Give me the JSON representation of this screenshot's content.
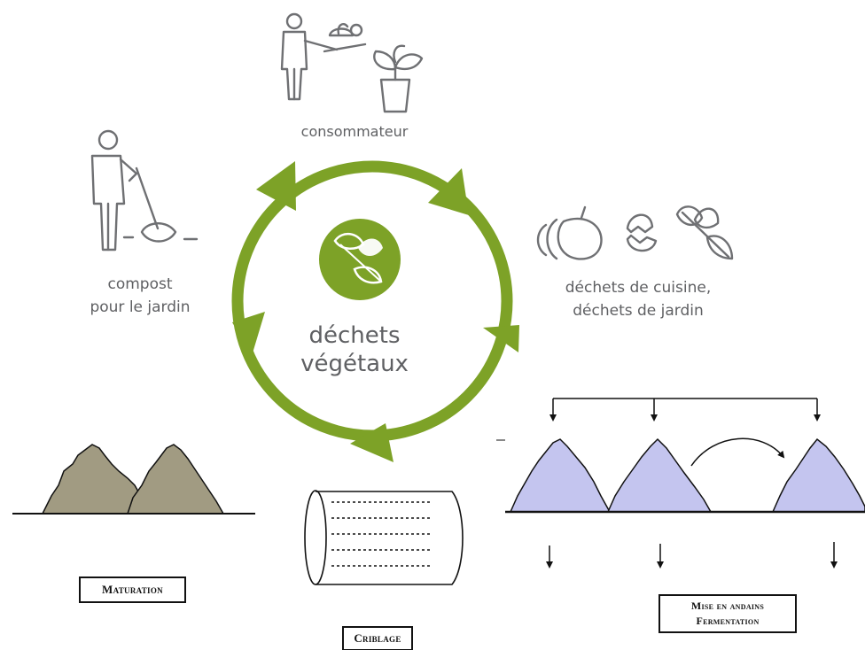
{
  "cycle": {
    "center_label": "déchets\nvégétaux",
    "consumer_label": "consommateur",
    "waste_label": "déchets de cuisine,\ndéchets de jardin",
    "compost_label": "compost\npour le jardin"
  },
  "process": {
    "maturation_label": "Maturation",
    "criblage_label": "Criblage",
    "windrow_label": "Mise en andains\nFermentation"
  },
  "colors": {
    "cycle_green": "#7da227",
    "icon_gray": "#6f7073",
    "maturation_pile": "#a19b82",
    "windrow_pile": "#c4c5ef"
  }
}
